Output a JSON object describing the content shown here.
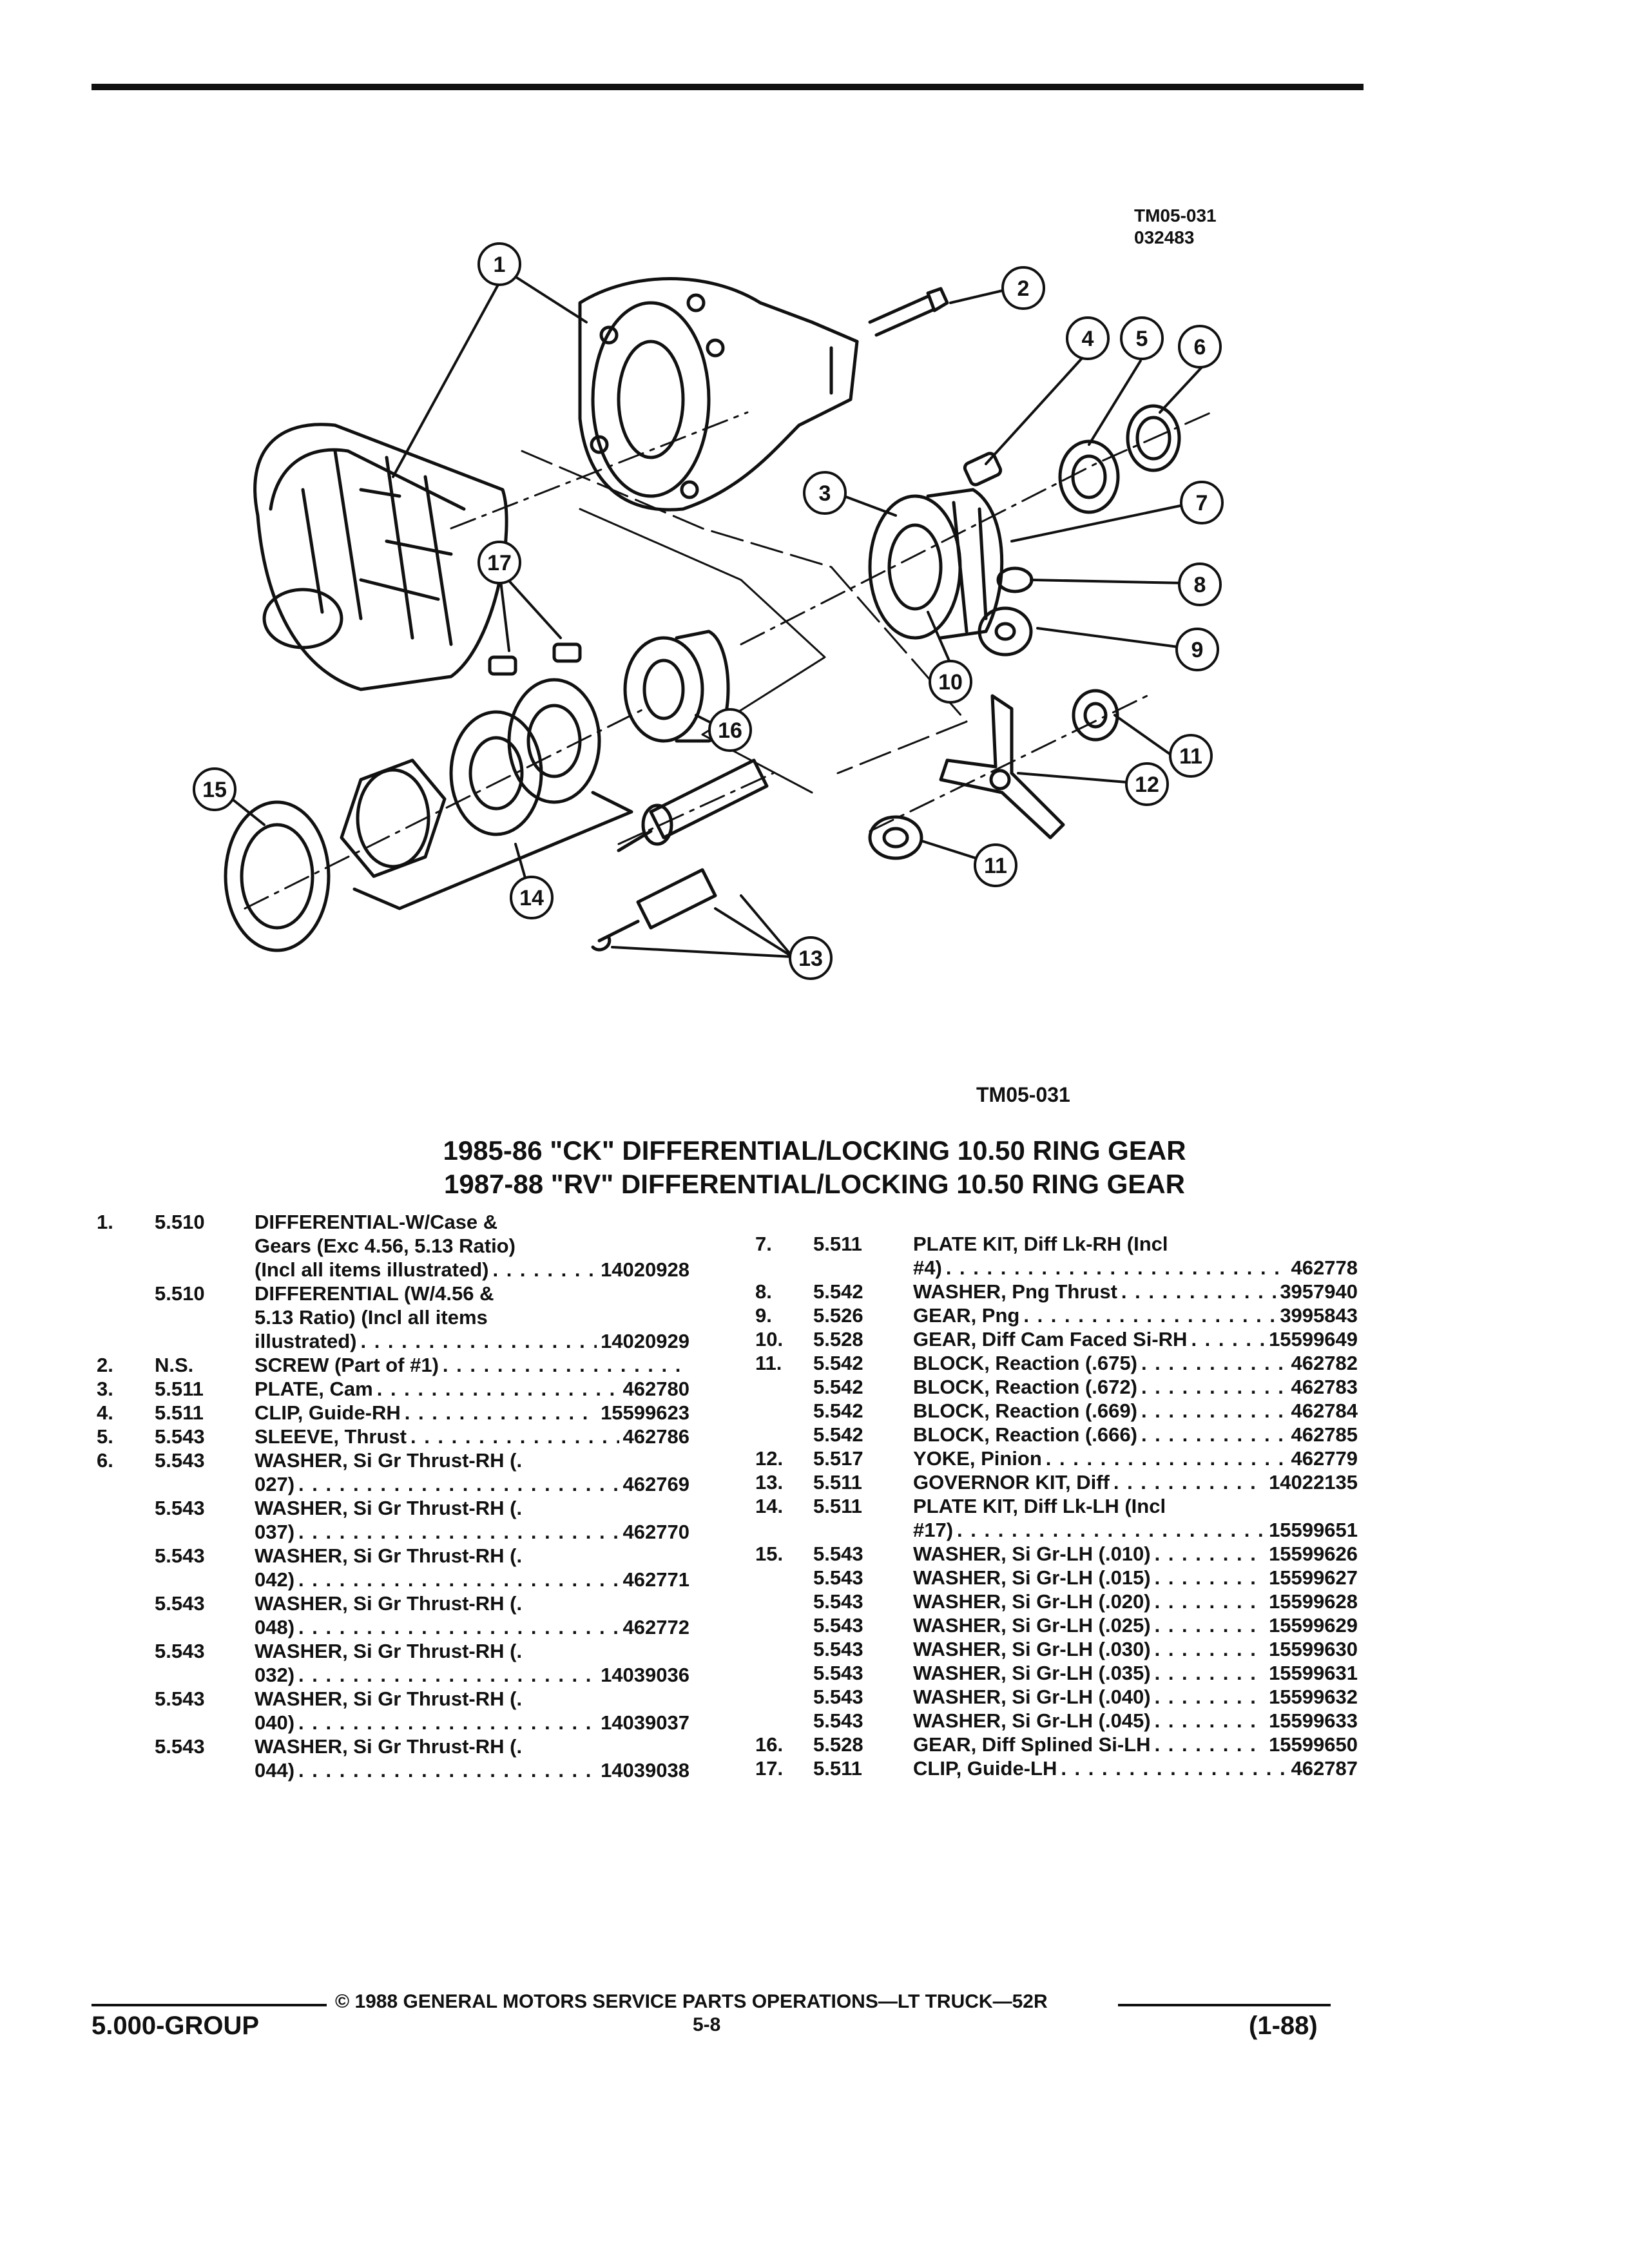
{
  "header": {
    "fig_code_top": "TM05-031",
    "fig_date": "032483",
    "fig_code_bottom": "TM05-031"
  },
  "callouts": [
    "1",
    "2",
    "3",
    "4",
    "5",
    "6",
    "7",
    "8",
    "9",
    "10",
    "11",
    "11",
    "12",
    "13",
    "14",
    "15",
    "16",
    "17"
  ],
  "titles": {
    "line1": "1985-86 \"CK\" DIFFERENTIAL/LOCKING 10.50 RING GEAR",
    "line2": "1987-88 \"RV\" DIFFERENTIAL/LOCKING 10.50 RING GEAR"
  },
  "left_items": [
    {
      "num": "1.",
      "grp": "5.510",
      "lines": [
        {
          "t": "DIFFERENTIAL-W/Case &"
        },
        {
          "t": "Gears (Exc 4.56, 5.13 Ratio)"
        },
        {
          "t": "(Incl all items illustrated)",
          "pn": "14020928"
        }
      ]
    },
    {
      "num": "",
      "grp": "5.510",
      "lines": [
        {
          "t": "DIFFERENTIAL (W/4.56 &"
        },
        {
          "t": "5.13 Ratio) (Incl all items"
        },
        {
          "t": "illustrated)",
          "pn": "14020929"
        }
      ]
    },
    {
      "num": "2.",
      "grp": "N.S.",
      "lines": [
        {
          "t": "SCREW (Part of #1)",
          "pn": ""
        }
      ]
    },
    {
      "num": "3.",
      "grp": "5.511",
      "lines": [
        {
          "t": "PLATE, Cam",
          "pn": "462780"
        }
      ]
    },
    {
      "num": "4.",
      "grp": "5.511",
      "lines": [
        {
          "t": "CLIP, Guide-RH",
          "pn": "15599623"
        }
      ]
    },
    {
      "num": "5.",
      "grp": "5.543",
      "lines": [
        {
          "t": "SLEEVE, Thrust",
          "pn": "462786"
        }
      ]
    },
    {
      "num": "6.",
      "grp": "5.543",
      "lines": [
        {
          "t": "WASHER, Si Gr Thrust-RH (."
        },
        {
          "t": "027)",
          "pn": "462769"
        }
      ]
    },
    {
      "num": "",
      "grp": "5.543",
      "lines": [
        {
          "t": "WASHER, Si Gr Thrust-RH (."
        },
        {
          "t": "037)",
          "pn": "462770"
        }
      ]
    },
    {
      "num": "",
      "grp": "5.543",
      "lines": [
        {
          "t": "WASHER, Si Gr Thrust-RH (."
        },
        {
          "t": "042)",
          "pn": "462771"
        }
      ]
    },
    {
      "num": "",
      "grp": "5.543",
      "lines": [
        {
          "t": "WASHER, Si Gr Thrust-RH (."
        },
        {
          "t": "048)",
          "pn": "462772"
        }
      ]
    },
    {
      "num": "",
      "grp": "5.543",
      "lines": [
        {
          "t": "WASHER, Si Gr Thrust-RH (."
        },
        {
          "t": "032)",
          "pn": "14039036"
        }
      ]
    },
    {
      "num": "",
      "grp": "5.543",
      "lines": [
        {
          "t": "WASHER, Si Gr Thrust-RH (."
        },
        {
          "t": "040)",
          "pn": "14039037"
        }
      ]
    },
    {
      "num": "",
      "grp": "5.543",
      "lines": [
        {
          "t": "WASHER, Si Gr Thrust-RH (."
        },
        {
          "t": "044)",
          "pn": "14039038"
        }
      ]
    }
  ],
  "right_items": [
    {
      "num": "7.",
      "grp": "5.511",
      "lines": [
        {
          "t": "PLATE KIT, Diff Lk-RH (Incl"
        },
        {
          "t": "#4)",
          "pn": "462778"
        }
      ]
    },
    {
      "num": "8.",
      "grp": "5.542",
      "lines": [
        {
          "t": "WASHER, Png Thrust",
          "pn": "3957940"
        }
      ]
    },
    {
      "num": "9.",
      "grp": "5.526",
      "lines": [
        {
          "t": "GEAR, Png",
          "pn": "3995843"
        }
      ]
    },
    {
      "num": "10.",
      "grp": "5.528",
      "lines": [
        {
          "t": "GEAR, Diff Cam Faced Si-RH",
          "pn": "15599649"
        }
      ]
    },
    {
      "num": "11.",
      "grp": "5.542",
      "lines": [
        {
          "t": "BLOCK, Reaction (.675)",
          "pn": "462782"
        }
      ]
    },
    {
      "num": "",
      "grp": "5.542",
      "lines": [
        {
          "t": "BLOCK, Reaction (.672)",
          "pn": "462783"
        }
      ]
    },
    {
      "num": "",
      "grp": "5.542",
      "lines": [
        {
          "t": "BLOCK, Reaction (.669)",
          "pn": "462784"
        }
      ]
    },
    {
      "num": "",
      "grp": "5.542",
      "lines": [
        {
          "t": "BLOCK, Reaction (.666)",
          "pn": "462785"
        }
      ]
    },
    {
      "num": "12.",
      "grp": "5.517",
      "lines": [
        {
          "t": "YOKE, Pinion",
          "pn": "462779"
        }
      ]
    },
    {
      "num": "13.",
      "grp": "5.511",
      "lines": [
        {
          "t": "GOVERNOR KIT, Diff",
          "pn": "14022135"
        }
      ]
    },
    {
      "num": "14.",
      "grp": "5.511",
      "lines": [
        {
          "t": "PLATE KIT, Diff Lk-LH (Incl"
        },
        {
          "t": "#17)",
          "pn": "15599651"
        }
      ]
    },
    {
      "num": "15.",
      "grp": "5.543",
      "lines": [
        {
          "t": "WASHER, Si Gr-LH (.010)",
          "pn": "15599626"
        }
      ]
    },
    {
      "num": "",
      "grp": "5.543",
      "lines": [
        {
          "t": "WASHER, Si Gr-LH (.015)",
          "pn": "15599627"
        }
      ]
    },
    {
      "num": "",
      "grp": "5.543",
      "lines": [
        {
          "t": "WASHER, Si Gr-LH (.020)",
          "pn": "15599628"
        }
      ]
    },
    {
      "num": "",
      "grp": "5.543",
      "lines": [
        {
          "t": "WASHER, Si Gr-LH (.025)",
          "pn": "15599629"
        }
      ]
    },
    {
      "num": "",
      "grp": "5.543",
      "lines": [
        {
          "t": "WASHER, Si Gr-LH (.030)",
          "pn": "15599630"
        }
      ]
    },
    {
      "num": "",
      "grp": "5.543",
      "lines": [
        {
          "t": "WASHER, Si Gr-LH (.035)",
          "pn": "15599631"
        }
      ]
    },
    {
      "num": "",
      "grp": "5.543",
      "lines": [
        {
          "t": "WASHER, Si Gr-LH (.040)",
          "pn": "15599632"
        }
      ]
    },
    {
      "num": "",
      "grp": "5.543",
      "lines": [
        {
          "t": "WASHER, Si Gr-LH (.045)",
          "pn": "15599633"
        }
      ]
    },
    {
      "num": "16.",
      "grp": "5.528",
      "lines": [
        {
          "t": "GEAR, Diff Splined Si-LH",
          "pn": "15599650"
        }
      ]
    },
    {
      "num": "17.",
      "grp": "5.511",
      "lines": [
        {
          "t": "CLIP, Guide-LH",
          "pn": "462787"
        }
      ]
    }
  ],
  "footer": {
    "copyright": "© 1988 GENERAL MOTORS SERVICE PARTS OPERATIONS—LT TRUCK—52R",
    "group": "5.000-GROUP",
    "page": "5-8",
    "revision": "(1-88)"
  }
}
